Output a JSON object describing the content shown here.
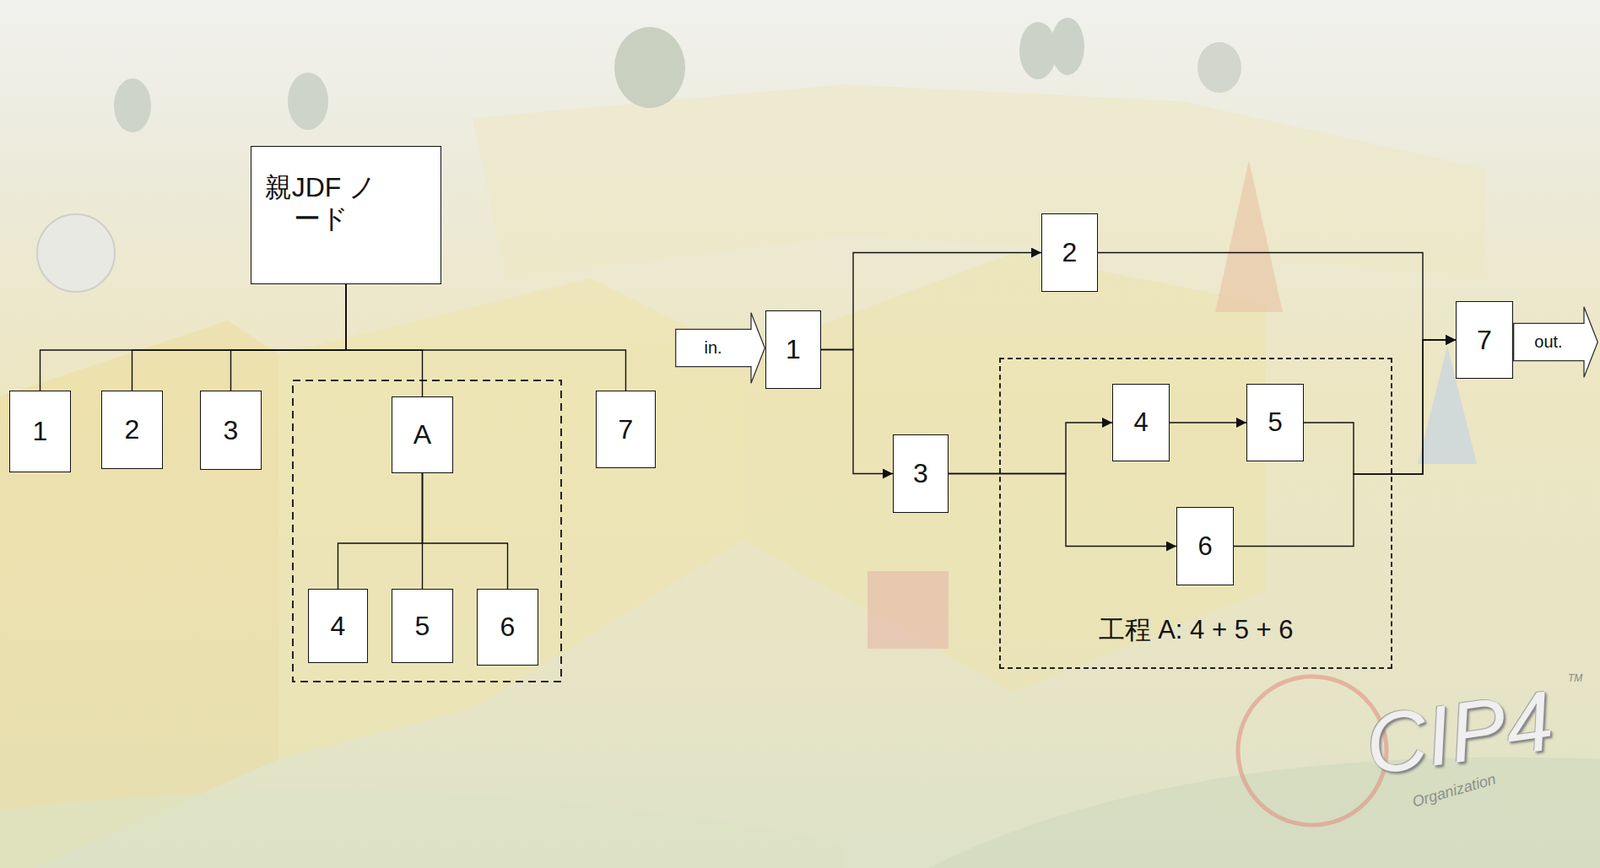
{
  "diagram": {
    "nodes": [
      {
        "text": [
          "親JDF ノード"
        ]
      },
      {
        "text": [
          "1"
        ]
      },
      {
        "text": [
          "2"
        ]
      },
      {
        "text": [
          "3"
        ]
      },
      {
        "text": [
          "A"
        ]
      },
      {
        "text": [
          "4"
        ]
      },
      {
        "text": [
          "5"
        ]
      },
      {
        "text": [
          "6"
        ]
      },
      {
        "text": [
          "7"
        ]
      },
      {
        "text": [
          "in."
        ]
      },
      {
        "text": [
          "1"
        ]
      },
      {
        "text": [
          "2"
        ]
      },
      {
        "text": [
          "3"
        ]
      },
      {
        "text": [
          "工程 A: 4 + 5 + 6"
        ]
      },
      {
        "text": [
          "4"
        ],
        "in": 13
      },
      {
        "text": [
          "5"
        ],
        "in": 13
      },
      {
        "text": [
          "6"
        ],
        "in": 13
      },
      {
        "text": [
          "7"
        ]
      },
      {
        "text": [
          "out."
        ]
      }
    ],
    "edges": [
      {
        "from": 0,
        "to": 1,
        "arrow": "none"
      },
      {
        "from": 0,
        "to": 2,
        "arrow": "none"
      },
      {
        "from": 0,
        "to": 3,
        "arrow": "none"
      },
      {
        "from": 0,
        "to": 4,
        "arrow": "none"
      },
      {
        "from": 0,
        "to": 8,
        "arrow": "none"
      },
      {
        "from": 4,
        "to": 5,
        "arrow": "none"
      },
      {
        "from": 4,
        "to": 6,
        "arrow": "none"
      },
      {
        "from": 4,
        "to": 7,
        "arrow": "none"
      },
      {
        "from": 10,
        "to": 11,
        "arrow": "to"
      },
      {
        "from": 10,
        "to": 12,
        "arrow": "to"
      },
      {
        "from": 12,
        "to": 14,
        "arrow": "to"
      },
      {
        "from": 12,
        "to": 16,
        "arrow": "to"
      },
      {
        "from": 14,
        "to": 15,
        "arrow": "to"
      },
      {
        "from": 15,
        "to": 17,
        "arrow": "to"
      },
      {
        "from": 16,
        "to": 17,
        "arrow": "to"
      },
      {
        "from": 11,
        "to": 17,
        "arrow": "to"
      }
    ],
    "labels": [
      "CIP4",
      "Organization",
      "TM"
    ]
  }
}
